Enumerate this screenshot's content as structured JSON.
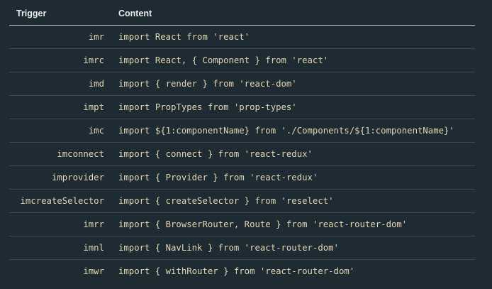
{
  "table": {
    "headers": {
      "trigger": "Trigger",
      "content": "Content"
    },
    "rows": [
      {
        "trigger": "imr",
        "content": "import React from 'react'"
      },
      {
        "trigger": "imrc",
        "content": "import React, { Component } from 'react'"
      },
      {
        "trigger": "imd",
        "content": "import { render } from 'react-dom'"
      },
      {
        "trigger": "impt",
        "content": "import PropTypes from 'prop-types'"
      },
      {
        "trigger": "imc",
        "content": "import ${1:componentName} from './Components/${1:componentName}'"
      },
      {
        "trigger": "imconnect",
        "content": "import { connect } from 'react-redux'"
      },
      {
        "trigger": "improvider",
        "content": "import { Provider } from 'react-redux'"
      },
      {
        "trigger": "imcreateSelector",
        "content": "import { createSelector } from 'reselect'"
      },
      {
        "trigger": "imrr",
        "content": "import { BrowserRouter, Route } from 'react-router-dom'"
      },
      {
        "trigger": "imnl",
        "content": "import { NavLink } from 'react-router-dom'"
      },
      {
        "trigger": "imwr",
        "content": "import { withRouter } from 'react-router-dom'"
      }
    ]
  },
  "colors": {
    "background": "#1e2b33",
    "header_text": "#e8ecef",
    "cell_text": "#e3d6b2",
    "row_divider": "#3b4850",
    "header_divider": "#c9d1d6"
  }
}
